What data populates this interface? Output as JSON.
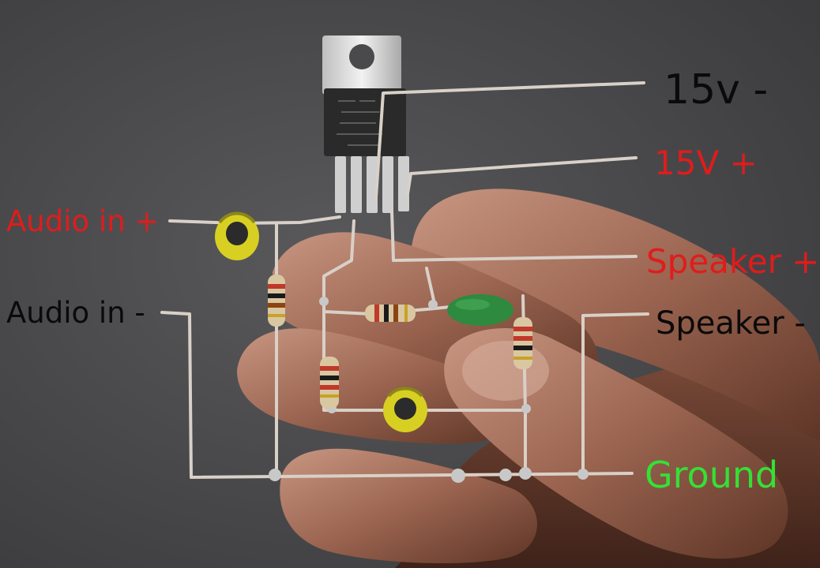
{
  "labels": {
    "v_minus": "15v -",
    "v_plus": "15V +",
    "speaker_plus": "Speaker +",
    "speaker_minus": "Speaker -",
    "audio_in_plus": "Audio in +",
    "audio_in_minus": "Audio in -",
    "ground": "Ground"
  },
  "colors": {
    "positive": "#e01c1c",
    "negative": "#0a0a0a",
    "ground": "#35e035"
  }
}
